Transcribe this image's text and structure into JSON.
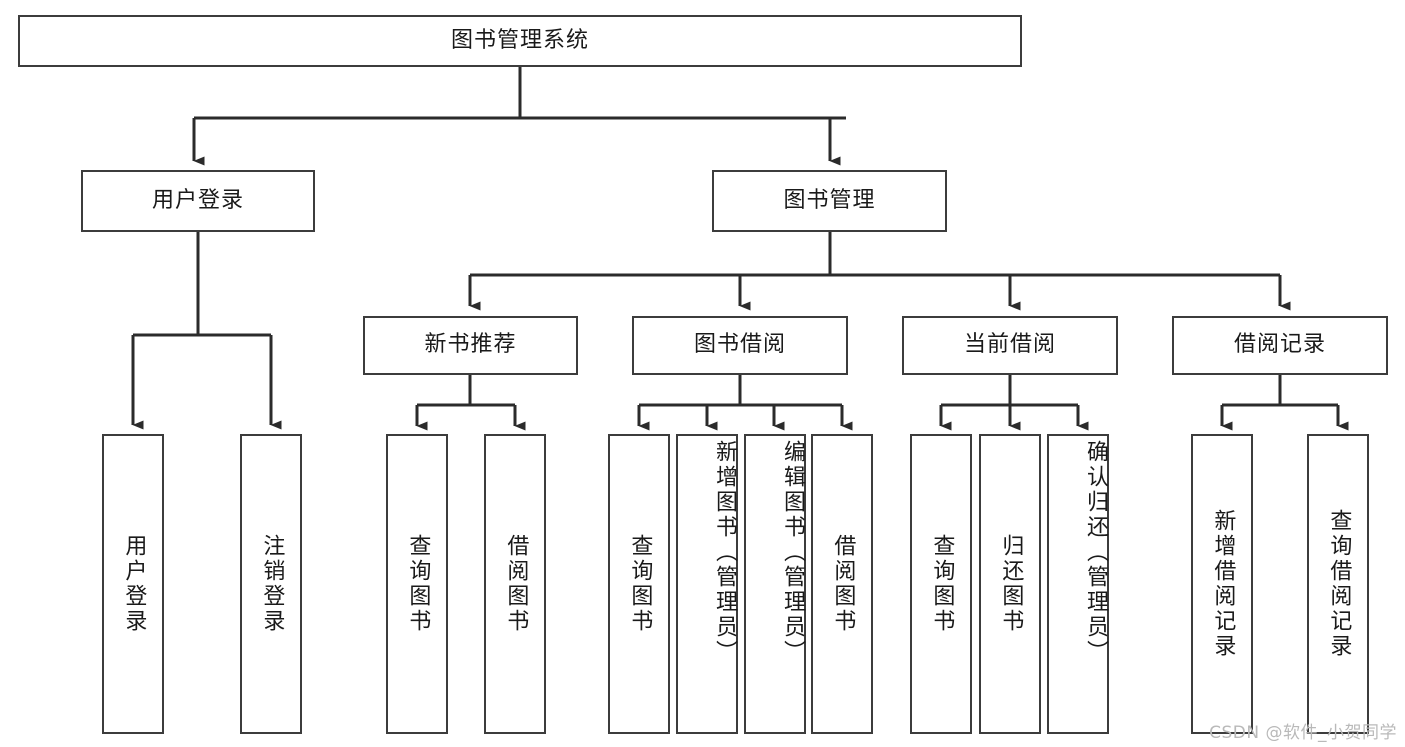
{
  "diagram": {
    "type": "tree-hierarchy",
    "title_node": {
      "id": "root",
      "label": "图书管理系统"
    },
    "levels": {
      "level2": [
        {
          "id": "user-login",
          "label": "用户登录"
        },
        {
          "id": "book-manage",
          "label": "图书管理"
        }
      ],
      "level3": [
        {
          "id": "new-book-rec",
          "label": "新书推荐"
        },
        {
          "id": "book-borrow",
          "label": "图书借阅"
        },
        {
          "id": "current-borrow",
          "label": "当前借阅"
        },
        {
          "id": "borrow-record",
          "label": "借阅记录"
        }
      ],
      "leaves": [
        {
          "id": "leaf-user-login",
          "label": "用户登录",
          "parent": "user-login"
        },
        {
          "id": "leaf-user-logout",
          "label": "注销登录",
          "parent": "user-login"
        },
        {
          "id": "leaf-query-book-1",
          "label": "查询图书",
          "parent": "new-book-rec"
        },
        {
          "id": "leaf-borrow-book-1",
          "label": "借阅图书",
          "parent": "new-book-rec"
        },
        {
          "id": "leaf-query-book-2",
          "label": "查询图书",
          "parent": "book-borrow"
        },
        {
          "id": "leaf-add-book",
          "label": "新增图书（管理员）",
          "parent": "book-borrow"
        },
        {
          "id": "leaf-edit-book",
          "label": "编辑图书（管理员）",
          "parent": "book-borrow"
        },
        {
          "id": "leaf-borrow-book-2",
          "label": "借阅图书",
          "parent": "book-borrow"
        },
        {
          "id": "leaf-query-book-3",
          "label": "查询图书",
          "parent": "current-borrow"
        },
        {
          "id": "leaf-return-book",
          "label": "归还图书",
          "parent": "current-borrow"
        },
        {
          "id": "leaf-confirm-return",
          "label": "确认归还（管理员）",
          "parent": "current-borrow"
        },
        {
          "id": "leaf-add-record",
          "label": "新增借阅记录",
          "parent": "borrow-record"
        },
        {
          "id": "leaf-query-record",
          "label": "查询借阅记录",
          "parent": "borrow-record"
        }
      ]
    },
    "colors": {
      "box_border": "#3c3c3c",
      "box_fill": "#ffffff",
      "connector": "#2b2b2b",
      "text": "#1a1a1a",
      "watermark": "#b9b9b9",
      "background": "#ffffff"
    }
  },
  "watermark": {
    "text": "CSDN @软件_小贺同学"
  }
}
